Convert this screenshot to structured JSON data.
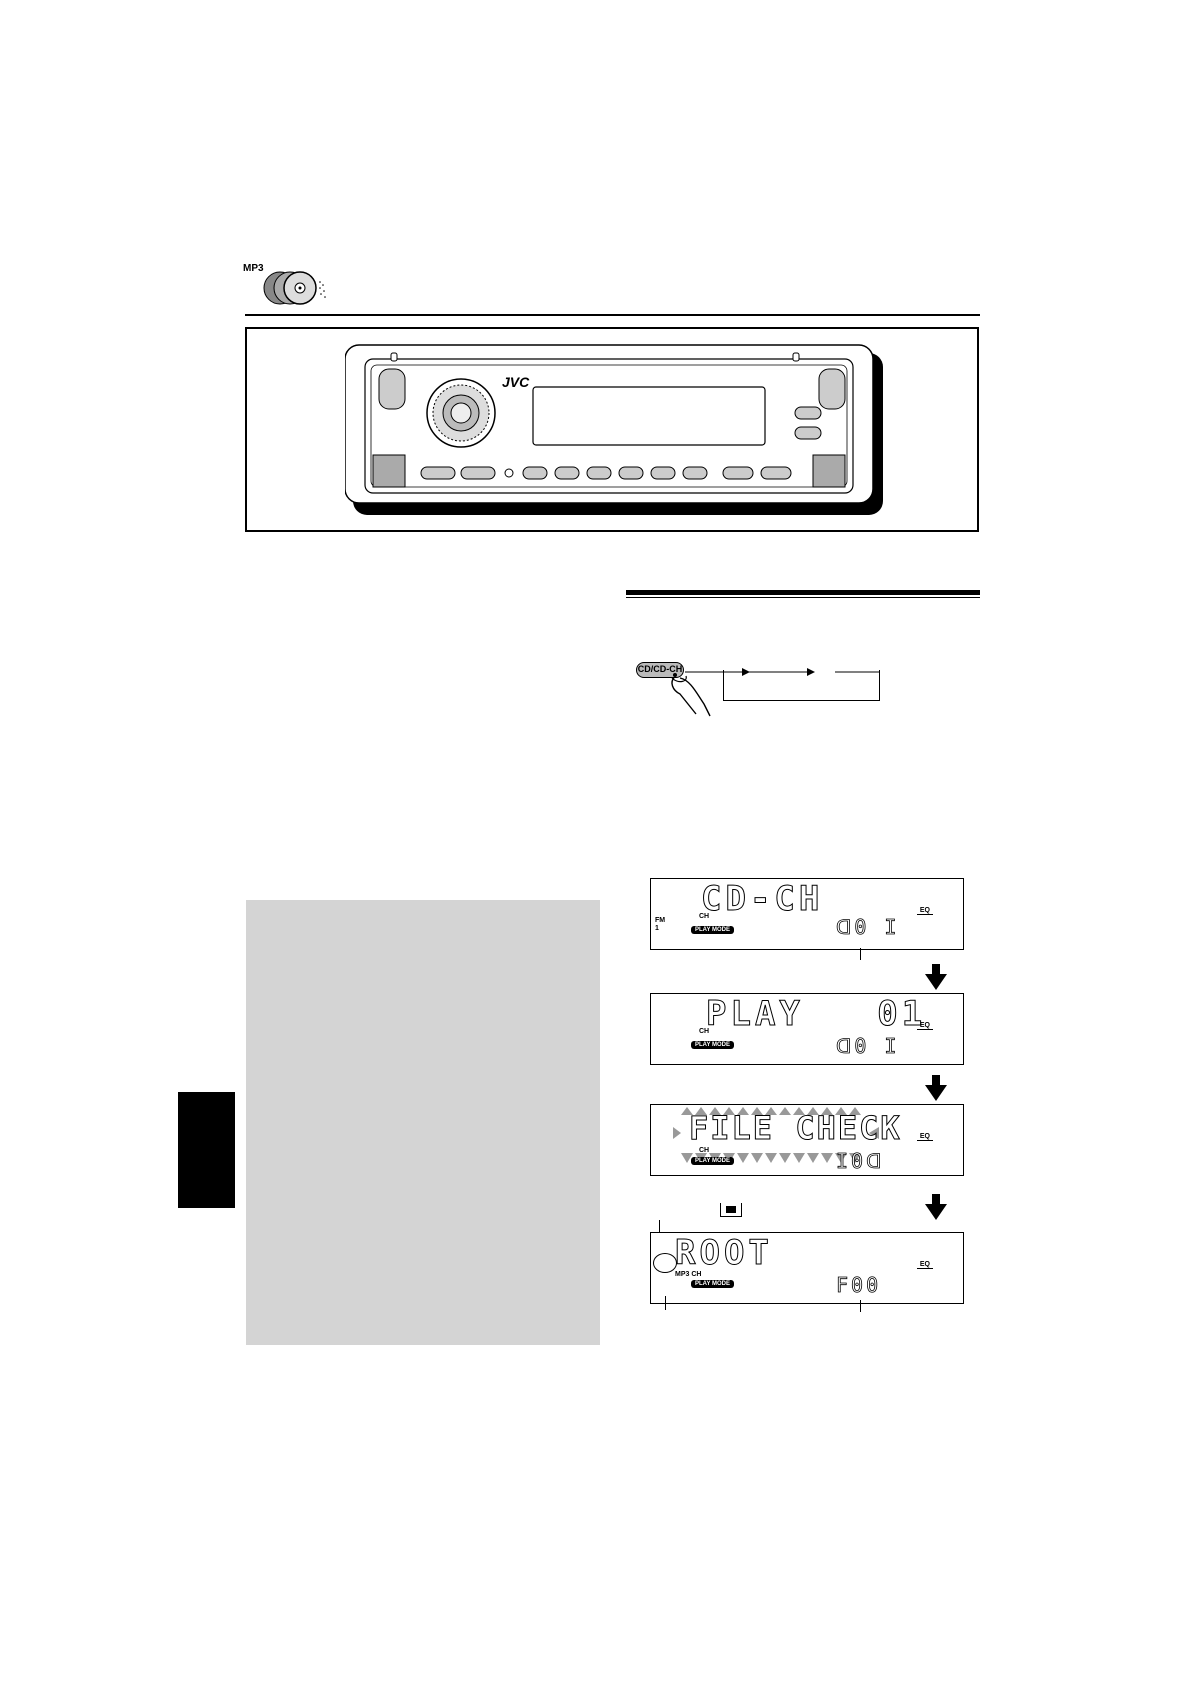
{
  "header": {
    "mp3_label": "MP3"
  },
  "faceplate": {
    "brand": "JVC"
  },
  "button": {
    "label": "CD/CD-CH"
  },
  "displays": [
    {
      "main": "CD-CH",
      "fm": "FM",
      "band": "1",
      "ch": "CH",
      "playmode": "PLAY MODE",
      "eq": "EQ",
      "sub": "ᗡ0 I"
    },
    {
      "main": "PLAY   01",
      "ch": "CH",
      "playmode": "PLAY MODE",
      "eq": "EQ",
      "sub": "ᗡ0 I"
    },
    {
      "main": "FILE CHECK",
      "ch": "CH",
      "playmode": "PLAY MODE",
      "eq": "EQ",
      "sub": "I0ᗡ"
    },
    {
      "main": "ROOT",
      "mp3ch": "MP3 CH",
      "playmode": "PLAY MODE",
      "eq": "EQ",
      "sub": "F00"
    }
  ]
}
